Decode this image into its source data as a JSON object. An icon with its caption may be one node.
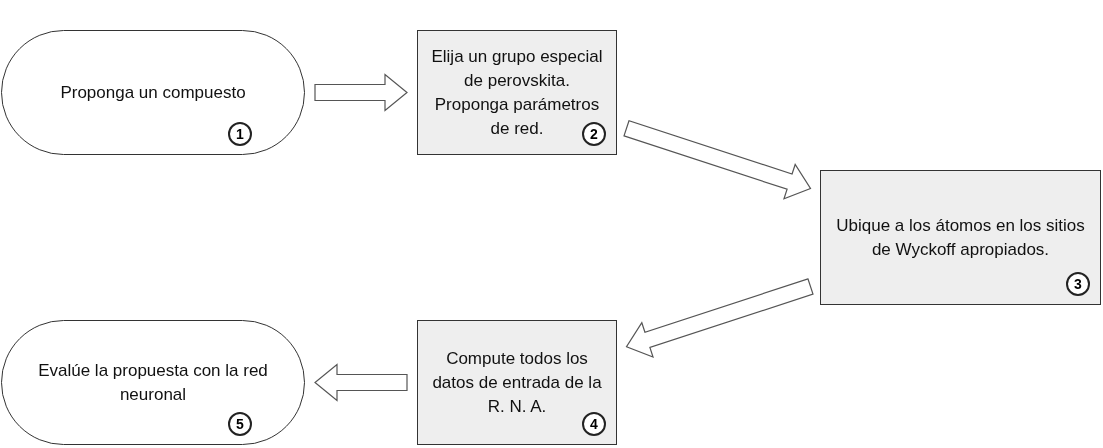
{
  "diagram": {
    "nodes": [
      {
        "text": [
          "Proponga un compuesto",
          "1"
        ]
      },
      {
        "text": [
          "Elija un grupo especial de perovskita. Proponga parámetros de red.",
          "2"
        ]
      },
      {
        "text": [
          "Ubique a los átomos en los sitios de Wyckoff apropiados.",
          "3"
        ]
      },
      {
        "text": [
          "Compute todos los datos de entrada de la R. N. A.",
          "4"
        ]
      },
      {
        "text": [
          "Evalúe la propuesta con la red neuronal",
          "5"
        ]
      }
    ],
    "edges": [
      {
        "from": 0,
        "to": 1,
        "arrow": "to"
      },
      {
        "from": 1,
        "to": 2,
        "arrow": "to"
      },
      {
        "from": 2,
        "to": 3,
        "arrow": "to"
      },
      {
        "from": 3,
        "to": 4,
        "arrow": "to"
      }
    ]
  }
}
